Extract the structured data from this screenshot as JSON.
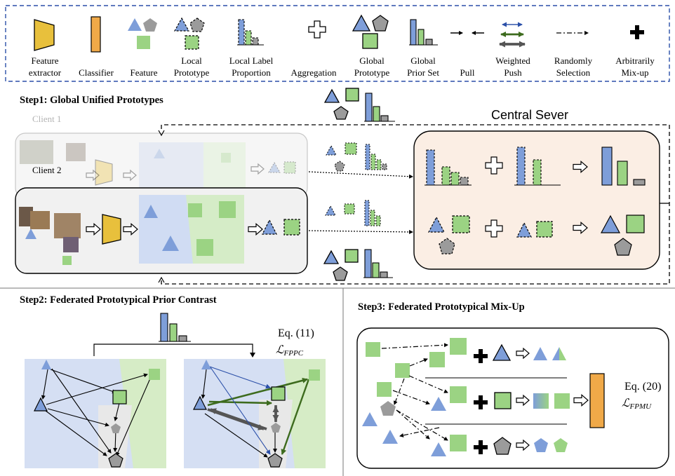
{
  "legend": {
    "items": [
      {
        "icon": "feature-extractor-icon",
        "label": [
          "Feature",
          "extractor"
        ]
      },
      {
        "icon": "classifier-icon",
        "label": [
          "Classifier"
        ]
      },
      {
        "icon": "feature-icon",
        "label": [
          "Feature"
        ]
      },
      {
        "icon": "local-prototype-icon",
        "label": [
          "Local",
          "Prototype"
        ]
      },
      {
        "icon": "local-label-proportion-icon",
        "label": [
          "Local Label",
          "Proportion"
        ]
      },
      {
        "icon": "aggregation-icon",
        "label": [
          "Aggregation"
        ]
      },
      {
        "icon": "global-prototype-icon",
        "label": [
          "Global",
          "Prototype"
        ]
      },
      {
        "icon": "global-prior-set-icon",
        "label": [
          "Global",
          "Prior Set"
        ]
      },
      {
        "icon": "pull-icon",
        "label": [
          "Pull"
        ]
      },
      {
        "icon": "weighted-push-icon",
        "label": [
          "Weighted",
          "Push"
        ]
      },
      {
        "icon": "random-selection-icon",
        "label": [
          "Randomly",
          "Selection"
        ]
      },
      {
        "icon": "mixup-icon",
        "label": [
          "Arbitrarily",
          "Mix-up"
        ]
      }
    ]
  },
  "step1": {
    "title": "Step1: Global Unified Prototypes",
    "client1": "Client 1",
    "client2": "Client 2",
    "server": "Central Sever"
  },
  "step2": {
    "title": "Step2: Federated Prototypical Prior Contrast",
    "eq": "Eq. (11)",
    "loss_main": "ℒ",
    "loss_sub": "FPPC"
  },
  "step3": {
    "title": "Step3: Federated Prototypical Mix-Up",
    "eq": "Eq. (20)",
    "loss_main": "ℒ",
    "loss_sub": "FPMU"
  },
  "colors": {
    "blue": "#7e9ed9",
    "green": "#9bd383",
    "gray": "#9b9b9b",
    "orange": "#f0a948",
    "yellow": "#e8c03c",
    "dashed_border": "#2b4fa8",
    "dark_green": "#3d6b1e"
  }
}
